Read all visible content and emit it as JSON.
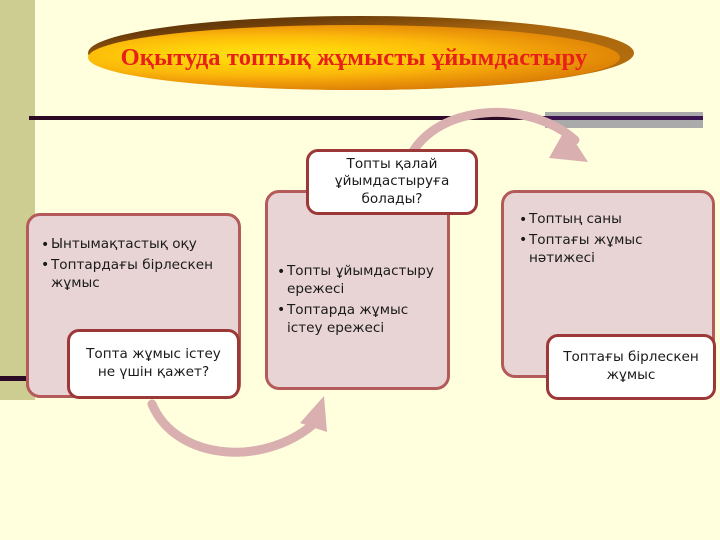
{
  "slide": {
    "title": "Оқытуда топтық жұмысты ұйымдастыру",
    "background_color": "#ffffdd",
    "accent_band_color": "#cdcd91",
    "rule_color": "#2a0a25",
    "box_fill_color": "#e8d4d4",
    "box_border_color": "#b45a5a",
    "callout_border_color": "#9c3838",
    "arrow_color": "#d9afaf",
    "title_text_color": "#e8201a"
  },
  "boxes": {
    "left": {
      "items": [
        "Ынтымақтастық оқу",
        "Топтардағы бірлескен жұмыс"
      ],
      "callout": "Топта жұмыс істеу не үшін қажет?"
    },
    "middle": {
      "items": [
        "Топты ұйымдастыру ережесі",
        "Топтарда жұмыс істеу ережесі"
      ],
      "callout": "Топты қалай ұйымдастыруға болады?"
    },
    "right": {
      "items": [
        "Топтың саны",
        "Топтағы жұмыс нәтижесі"
      ],
      "callout": "Топтағы бірлескен жұмыс"
    }
  },
  "arrows": [
    {
      "name": "arrow-middle-to-right",
      "direction": "up-over-right"
    },
    {
      "name": "arrow-left-to-middle",
      "direction": "down-under-right"
    }
  ]
}
